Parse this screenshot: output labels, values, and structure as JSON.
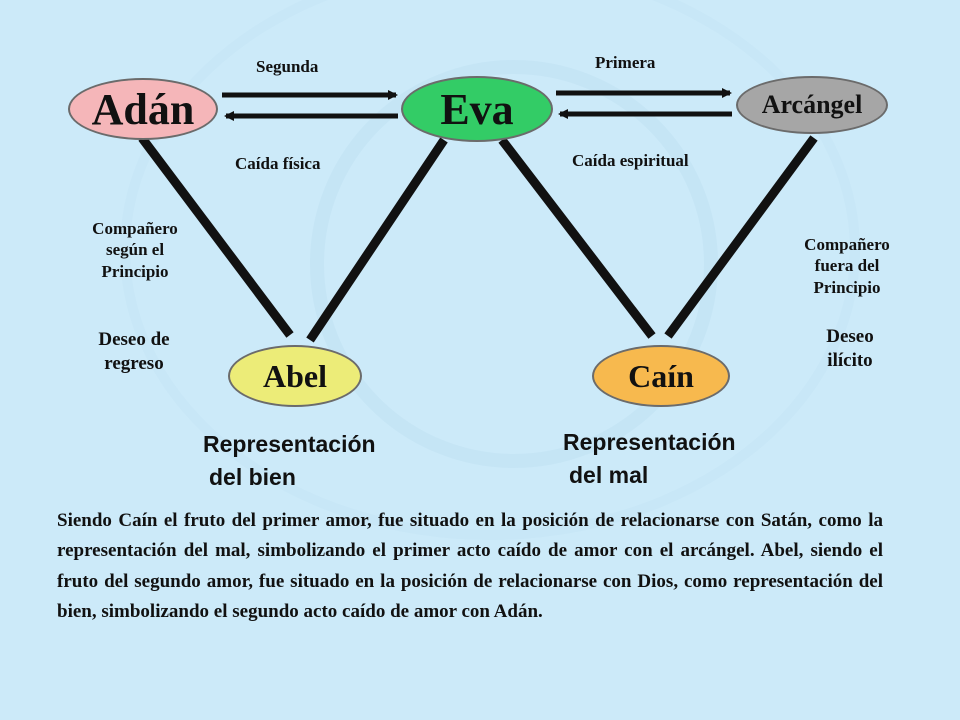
{
  "nodes": {
    "adan": "Adán",
    "eva": "Eva",
    "arcangel": "Arcángel",
    "abel": "Abel",
    "cain": "Caín"
  },
  "colors": {
    "background": "#cceaf9",
    "adan": "#f5b6b9",
    "eva": "#33cc66",
    "arcangel": "#a6a6a6",
    "abel": "#ecec78",
    "cain": "#f7b94e"
  },
  "labels": {
    "segunda": "Segunda",
    "primera": "Primera",
    "caida_fisica": "Caída física",
    "caida_espiritual": "Caída espiritual",
    "companero_principio": [
      "Compañero",
      "según el",
      "Principio"
    ],
    "companero_fuera": [
      "Compañero",
      "fuera del",
      "Principio"
    ],
    "deseo_regreso": [
      "Deseo de",
      "regreso"
    ],
    "deseo_ilicito": [
      "Deseo",
      "ilícito"
    ],
    "rep_bien": [
      "Representación",
      "del bien"
    ],
    "rep_mal": [
      "Representación",
      "del mal"
    ]
  },
  "paragraph": "Siendo Caín el fruto del primer amor, fue situado en la posición de relacionarse con Satán, como la representación del mal, simbolizando el primer acto caído de amor con el arcángel. Abel, siendo el fruto del segundo amor, fue situado en la posición de relacionarse con Dios, como representación del bien, simbolizando el segundo acto caído de amor con Adán."
}
